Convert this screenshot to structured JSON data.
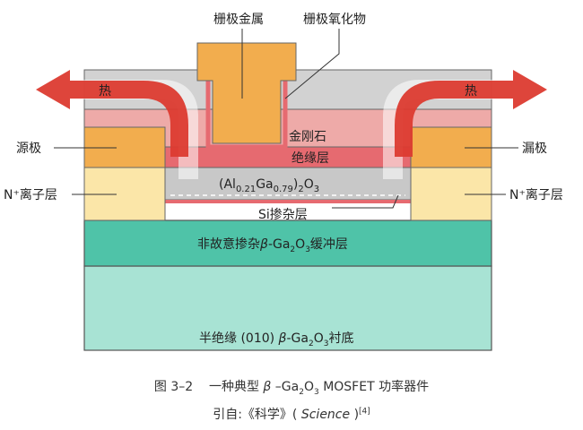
{
  "labels": {
    "gate_metal": "栅极金属",
    "gate_oxide": "栅极氧化物",
    "source": "源极",
    "drain": "漏极",
    "heat_left": "热",
    "heat_right": "热",
    "n_plus_left": "N⁺离子层",
    "n_plus_right": "N⁺离子层",
    "diamond": "金刚石",
    "insulator": "绝缘层",
    "algao_main": "(Al",
    "algao_sub1": "0.21",
    "algao_ga": "Ga",
    "algao_sub2": "0.79",
    "algao_close": ")",
    "algao_sub3": "2",
    "algao_o": "O",
    "algao_sub4": "3",
    "si_doped": "Si掺杂层",
    "buffer_pre": "非故意掺杂",
    "buffer_beta": "β",
    "buffer_ga": "-Ga",
    "buffer_sub2": "2",
    "buffer_o": "O",
    "buffer_sub3": "3",
    "buffer_post": "缓冲层",
    "substrate_pre": "半绝缘 (010) ",
    "substrate_beta": "β",
    "substrate_ga": "-Ga",
    "substrate_sub2": "2",
    "substrate_o": "O",
    "substrate_sub3": "3",
    "substrate_post": "衬底"
  },
  "caption": {
    "figure_no": "图 3–2",
    "text_pre": "一种典型 ",
    "beta": "β",
    "text_ga": " –Ga",
    "sub2": "2",
    "text_o": "O",
    "sub3": "3",
    "text_post": " MOSFET 功率器件",
    "cite_pre": "引自:《科学》(",
    "cite_journal": "Science",
    "cite_post": ")",
    "cite_ref": "[4]"
  },
  "colors": {
    "substrate": "#a8e3d4",
    "buffer": "#4fc3a8",
    "algao": "#c8c8c8",
    "diamond": "#eeaaa8",
    "insulator": "#e66a70",
    "contact": "#f2ad4e",
    "nplus": "#fbe6a8",
    "gate_metal": "#f2ad4e",
    "heat_arrow": "#dc3b30",
    "cap_gray": "#d2d2d2"
  }
}
